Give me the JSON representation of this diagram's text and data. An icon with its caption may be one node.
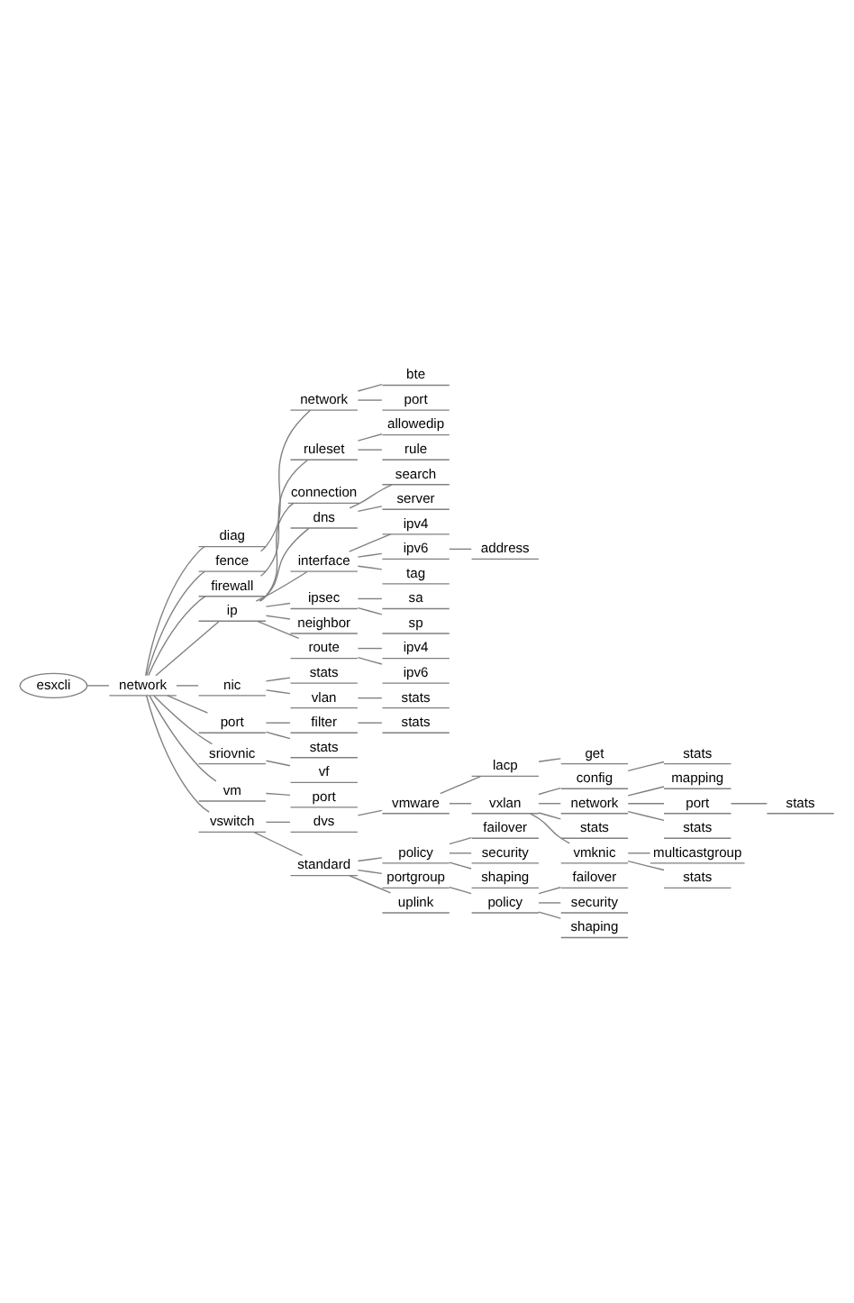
{
  "diagram": {
    "nodes": [
      {
        "text": [
          "esxcli"
        ]
      },
      {
        "text": [
          "network"
        ]
      },
      {
        "text": [
          "diag"
        ]
      },
      {
        "text": [
          "fence"
        ]
      },
      {
        "text": [
          "network"
        ]
      },
      {
        "text": [
          "bte"
        ]
      },
      {
        "text": [
          "port"
        ]
      },
      {
        "text": [
          "firewall"
        ]
      },
      {
        "text": [
          "ruleset"
        ]
      },
      {
        "text": [
          "allowedip"
        ]
      },
      {
        "text": [
          "rule"
        ]
      },
      {
        "text": [
          "ip"
        ]
      },
      {
        "text": [
          "connection"
        ]
      },
      {
        "text": [
          "dns"
        ]
      },
      {
        "text": [
          "search"
        ]
      },
      {
        "text": [
          "server"
        ]
      },
      {
        "text": [
          "interface"
        ]
      },
      {
        "text": [
          "ipv4"
        ]
      },
      {
        "text": [
          "ipv6"
        ]
      },
      {
        "text": [
          "address"
        ]
      },
      {
        "text": [
          "tag"
        ]
      },
      {
        "text": [
          "ipsec"
        ]
      },
      {
        "text": [
          "sa"
        ]
      },
      {
        "text": [
          "sp"
        ]
      },
      {
        "text": [
          "neighbor"
        ]
      },
      {
        "text": [
          "route"
        ]
      },
      {
        "text": [
          "ipv4"
        ]
      },
      {
        "text": [
          "ipv6"
        ]
      },
      {
        "text": [
          "nic"
        ]
      },
      {
        "text": [
          "stats"
        ]
      },
      {
        "text": [
          "vlan"
        ]
      },
      {
        "text": [
          "stats"
        ]
      },
      {
        "text": [
          "port"
        ]
      },
      {
        "text": [
          "filter"
        ]
      },
      {
        "text": [
          "stats"
        ]
      },
      {
        "text": [
          "stats"
        ]
      },
      {
        "text": [
          "sriovnic"
        ]
      },
      {
        "text": [
          "vf"
        ]
      },
      {
        "text": [
          "vm"
        ]
      },
      {
        "text": [
          "port"
        ]
      },
      {
        "text": [
          "vswitch"
        ]
      },
      {
        "text": [
          "dvs"
        ]
      },
      {
        "text": [
          "vmware"
        ]
      },
      {
        "text": [
          "lacp"
        ]
      },
      {
        "text": [
          "get"
        ]
      },
      {
        "text": [
          "vxlan"
        ]
      },
      {
        "text": [
          "config"
        ]
      },
      {
        "text": [
          "stats"
        ]
      },
      {
        "text": [
          "network"
        ]
      },
      {
        "text": [
          "mapping"
        ]
      },
      {
        "text": [
          "port"
        ]
      },
      {
        "text": [
          "stats"
        ]
      },
      {
        "text": [
          "stats"
        ]
      },
      {
        "text": [
          "stats"
        ]
      },
      {
        "text": [
          "vmknic"
        ]
      },
      {
        "text": [
          "multicastgroup"
        ]
      },
      {
        "text": [
          "stats"
        ]
      },
      {
        "text": [
          "standard"
        ]
      },
      {
        "text": [
          "policy"
        ]
      },
      {
        "text": [
          "failover"
        ]
      },
      {
        "text": [
          "security"
        ]
      },
      {
        "text": [
          "shaping"
        ]
      },
      {
        "text": [
          "portgroup"
        ]
      },
      {
        "text": [
          "policy"
        ]
      },
      {
        "text": [
          "failover"
        ]
      },
      {
        "text": [
          "security"
        ]
      },
      {
        "text": [
          "shaping"
        ]
      },
      {
        "text": [
          "uplink"
        ]
      }
    ],
    "edges": [
      {
        "from": 0,
        "to": 1,
        "arrow": "none"
      },
      {
        "from": 1,
        "to": 2,
        "arrow": "none"
      },
      {
        "from": 1,
        "to": 3,
        "arrow": "none"
      },
      {
        "from": 3,
        "to": 4,
        "arrow": "none"
      },
      {
        "from": 4,
        "to": 5,
        "arrow": "none"
      },
      {
        "from": 4,
        "to": 6,
        "arrow": "none"
      },
      {
        "from": 1,
        "to": 7,
        "arrow": "none"
      },
      {
        "from": 7,
        "to": 8,
        "arrow": "none"
      },
      {
        "from": 8,
        "to": 9,
        "arrow": "none"
      },
      {
        "from": 8,
        "to": 10,
        "arrow": "none"
      },
      {
        "from": 1,
        "to": 11,
        "arrow": "none"
      },
      {
        "from": 11,
        "to": 12,
        "arrow": "none"
      },
      {
        "from": 11,
        "to": 13,
        "arrow": "none"
      },
      {
        "from": 13,
        "to": 14,
        "arrow": "none"
      },
      {
        "from": 13,
        "to": 15,
        "arrow": "none"
      },
      {
        "from": 11,
        "to": 16,
        "arrow": "none"
      },
      {
        "from": 16,
        "to": 17,
        "arrow": "none"
      },
      {
        "from": 16,
        "to": 18,
        "arrow": "none"
      },
      {
        "from": 18,
        "to": 19,
        "arrow": "none"
      },
      {
        "from": 16,
        "to": 20,
        "arrow": "none"
      },
      {
        "from": 11,
        "to": 21,
        "arrow": "none"
      },
      {
        "from": 21,
        "to": 22,
        "arrow": "none"
      },
      {
        "from": 21,
        "to": 23,
        "arrow": "none"
      },
      {
        "from": 11,
        "to": 24,
        "arrow": "none"
      },
      {
        "from": 11,
        "to": 25,
        "arrow": "none"
      },
      {
        "from": 25,
        "to": 26,
        "arrow": "none"
      },
      {
        "from": 25,
        "to": 27,
        "arrow": "none"
      },
      {
        "from": 1,
        "to": 28,
        "arrow": "none"
      },
      {
        "from": 28,
        "to": 29,
        "arrow": "none"
      },
      {
        "from": 28,
        "to": 30,
        "arrow": "none"
      },
      {
        "from": 30,
        "to": 31,
        "arrow": "none"
      },
      {
        "from": 1,
        "to": 32,
        "arrow": "none"
      },
      {
        "from": 32,
        "to": 33,
        "arrow": "none"
      },
      {
        "from": 33,
        "to": 34,
        "arrow": "none"
      },
      {
        "from": 32,
        "to": 35,
        "arrow": "none"
      },
      {
        "from": 1,
        "to": 36,
        "arrow": "none"
      },
      {
        "from": 36,
        "to": 37,
        "arrow": "none"
      },
      {
        "from": 1,
        "to": 38,
        "arrow": "none"
      },
      {
        "from": 38,
        "to": 39,
        "arrow": "none"
      },
      {
        "from": 1,
        "to": 40,
        "arrow": "none"
      },
      {
        "from": 40,
        "to": 41,
        "arrow": "none"
      },
      {
        "from": 41,
        "to": 42,
        "arrow": "none"
      },
      {
        "from": 42,
        "to": 43,
        "arrow": "none"
      },
      {
        "from": 43,
        "to": 44,
        "arrow": "none"
      },
      {
        "from": 42,
        "to": 45,
        "arrow": "none"
      },
      {
        "from": 45,
        "to": 46,
        "arrow": "none"
      },
      {
        "from": 46,
        "to": 47,
        "arrow": "none"
      },
      {
        "from": 45,
        "to": 48,
        "arrow": "none"
      },
      {
        "from": 48,
        "to": 49,
        "arrow": "none"
      },
      {
        "from": 48,
        "to": 50,
        "arrow": "none"
      },
      {
        "from": 50,
        "to": 51,
        "arrow": "none"
      },
      {
        "from": 48,
        "to": 52,
        "arrow": "none"
      },
      {
        "from": 45,
        "to": 53,
        "arrow": "none"
      },
      {
        "from": 45,
        "to": 54,
        "arrow": "none"
      },
      {
        "from": 54,
        "to": 55,
        "arrow": "none"
      },
      {
        "from": 54,
        "to": 56,
        "arrow": "none"
      },
      {
        "from": 40,
        "to": 57,
        "arrow": "none"
      },
      {
        "from": 57,
        "to": 58,
        "arrow": "none"
      },
      {
        "from": 58,
        "to": 59,
        "arrow": "none"
      },
      {
        "from": 58,
        "to": 60,
        "arrow": "none"
      },
      {
        "from": 58,
        "to": 61,
        "arrow": "none"
      },
      {
        "from": 57,
        "to": 62,
        "arrow": "none"
      },
      {
        "from": 62,
        "to": 63,
        "arrow": "none"
      },
      {
        "from": 63,
        "to": 64,
        "arrow": "none"
      },
      {
        "from": 63,
        "to": 65,
        "arrow": "none"
      },
      {
        "from": 63,
        "to": 66,
        "arrow": "none"
      },
      {
        "from": 57,
        "to": 67,
        "arrow": "none"
      }
    ]
  }
}
